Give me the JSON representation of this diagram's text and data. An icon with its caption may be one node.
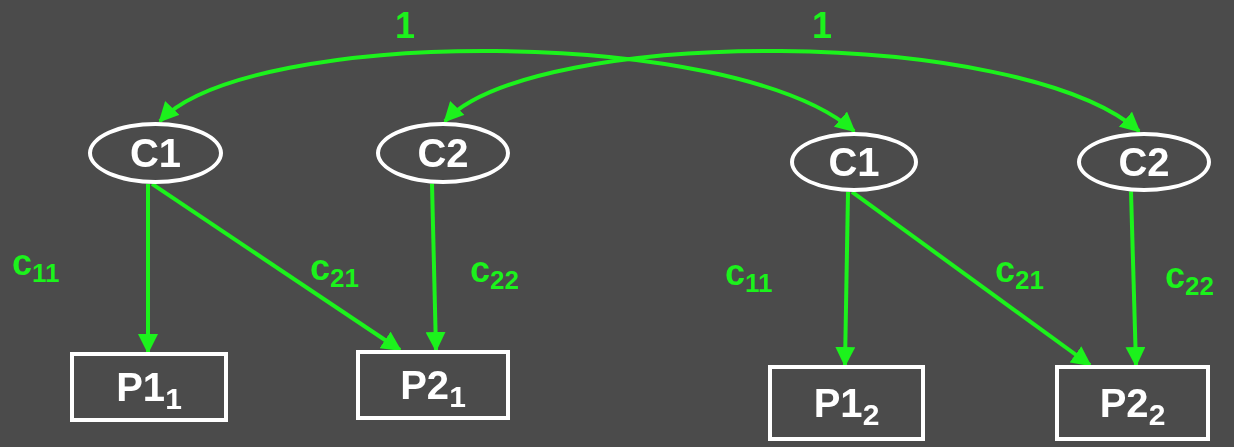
{
  "diagram": {
    "nodes": [
      {
        "text": [
          "C1"
        ]
      },
      {
        "text": [
          "C2"
        ]
      },
      {
        "text": [
          "C1"
        ]
      },
      {
        "text": [
          "C2"
        ]
      },
      {
        "text": [
          "P1$_{1}$"
        ]
      },
      {
        "text": [
          "P2$_{1}$"
        ]
      },
      {
        "text": [
          "P1$_{2}$"
        ]
      },
      {
        "text": [
          "P2$_{2}$"
        ]
      }
    ],
    "edges": [
      {
        "from": 0,
        "to": 4,
        "arrow": "to",
        "label": "c$_{11}$"
      },
      {
        "from": 0,
        "to": 5,
        "arrow": "to",
        "label": "c$_{21}$"
      },
      {
        "from": 1,
        "to": 5,
        "arrow": "to",
        "label": "c$_{22}$"
      },
      {
        "from": 2,
        "to": 6,
        "arrow": "to",
        "label": "c$_{11}$"
      },
      {
        "from": 2,
        "to": 7,
        "arrow": "to",
        "label": "c$_{21}$"
      },
      {
        "from": 3,
        "to": 7,
        "arrow": "to",
        "label": "c$_{22}$"
      },
      {
        "from": 0,
        "to": 2,
        "arrow": "both",
        "label": "1"
      },
      {
        "from": 1,
        "to": 3,
        "arrow": "both",
        "label": "1"
      }
    ]
  }
}
